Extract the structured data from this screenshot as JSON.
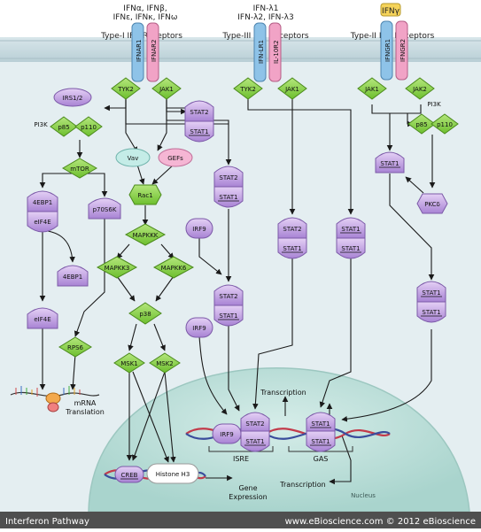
{
  "ligands": {
    "type1_line1": "IFNα, IFNβ,",
    "type1_line2": "IFNε, IFNκ, IFNω",
    "type3_line1": "IFN-λ1",
    "type3_line2": "IFN-λ2, IFN-λ3",
    "type2": "IFNγ"
  },
  "receptors": {
    "type1_title": "Type-I IFN Receptors",
    "type3_title": "Type-III IFN Receptors",
    "type2_title": "Type-II IFN Receptors",
    "ifnar1": "IFNAR1",
    "ifnar2": "IFNAR2",
    "ifnlr1": "IFN-LR1",
    "il10r2": "IL-10R2",
    "ifngr1": "IFNGR1",
    "ifngr2": "IFNGR2"
  },
  "nodes": {
    "tyk2_a": "TYK2",
    "jak1_a": "JAK1",
    "tyk2_b": "TYK2",
    "jak1_b": "JAK1",
    "jak1_c": "JAK1",
    "jak2": "JAK2",
    "irs": "IRS1/2",
    "pi3k_a": "PI3K",
    "p85_a": "p85",
    "p110_a": "p110",
    "pi3k_b": "PI3K",
    "p85_b": "p85",
    "p110_b": "p110",
    "mtor": "mTOR",
    "4ebp1_a": "4EBP1",
    "eif4e_a": "eIF4E",
    "4ebp1_b": "4EBP1",
    "eif4e_b": "eIF4E",
    "p70s6k": "p70S6K",
    "rps6": "RPS6",
    "vav": "Vav",
    "gefs": "GEFs",
    "rac1": "Rac1",
    "mapkkk": "MAPKKK",
    "mapkk3": "MAPKK3",
    "mapkk6": "MAPKK6",
    "p38": "p38",
    "msk1": "MSK1",
    "msk2": "MSK2",
    "pkc": "PKCδ",
    "stat2": "STAT2",
    "stat1": "STAT1",
    "irf9": "IRF9"
  },
  "labels": {
    "mrna": "mRNA",
    "translation": "Translation",
    "transcription_top": "Transcription",
    "transcription_bottom": "Transcription",
    "isre": "ISRE",
    "gas": "GAS",
    "creb": "CREB",
    "histone": "Histone H3",
    "gene": "Gene",
    "expression": "Expression",
    "nucleus": "Nucleus"
  },
  "footer": {
    "title": "Interferon Pathway",
    "credit": "www.eBioscience.com © 2012 eBioscience"
  },
  "colors": {
    "kinase_green": "#8bd24a",
    "stat_purple": "#c9a6e6",
    "gef_pink": "#f3b0d2",
    "vav_teal": "#b8e8e3",
    "cell_bg": "#e3eef1",
    "nucleus": "#bfe0dc",
    "footer": "#4f4f4f",
    "dna_red": "#c33a4a",
    "dna_blue": "#3a4c9c"
  }
}
